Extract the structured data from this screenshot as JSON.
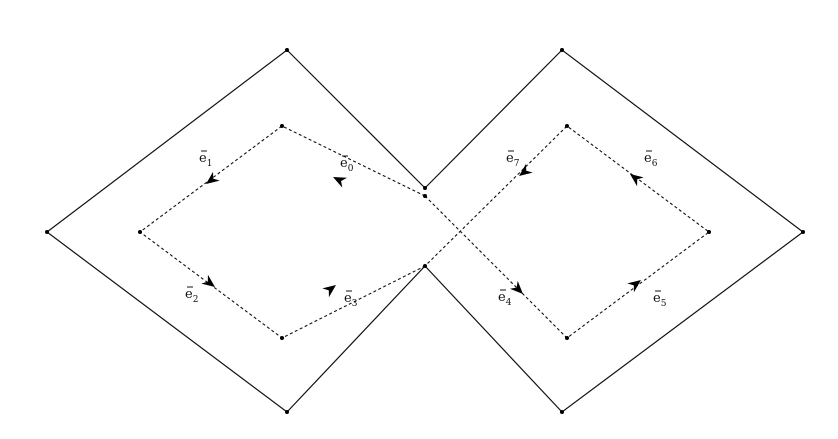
{
  "edge_labels": [
    {
      "base": "e",
      "sub": "0"
    },
    {
      "base": "e",
      "sub": "1"
    },
    {
      "base": "e",
      "sub": "2"
    },
    {
      "base": "e",
      "sub": "3"
    },
    {
      "base": "e",
      "sub": "4"
    },
    {
      "base": "e",
      "sub": "5"
    },
    {
      "base": "e",
      "sub": "6"
    },
    {
      "base": "e",
      "sub": "7"
    }
  ]
}
